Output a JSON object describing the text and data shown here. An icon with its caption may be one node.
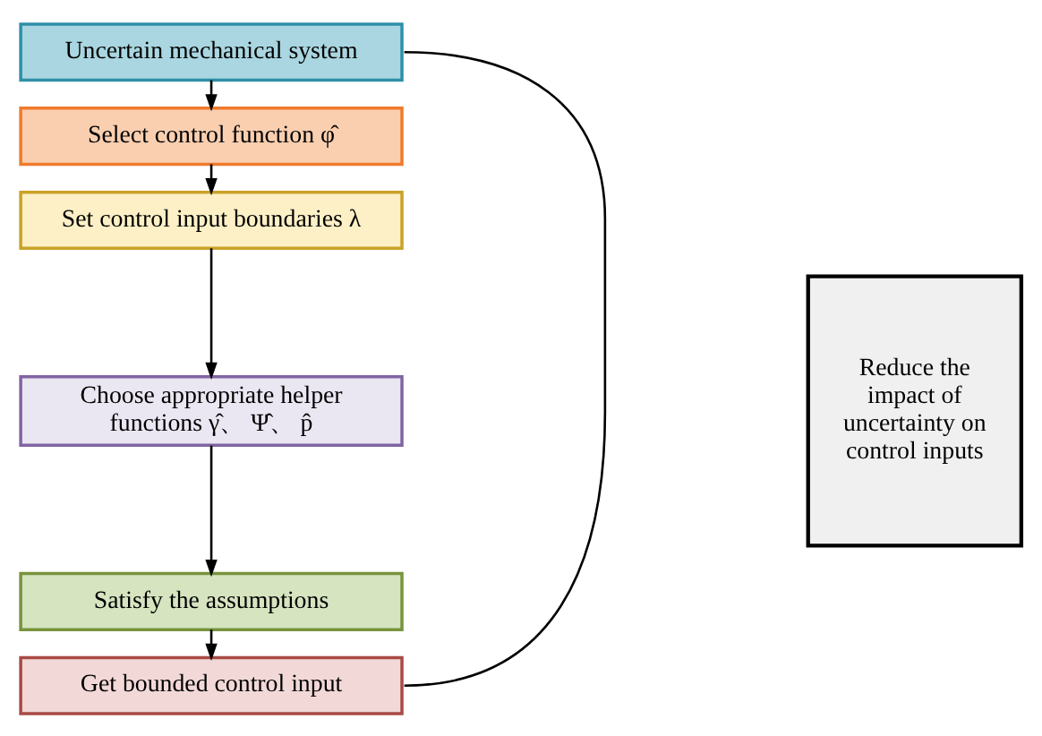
{
  "diagram": {
    "nodes": [
      {
        "text": [
          "Uncertain mechanical system"
        ]
      },
      {
        "text": [
          "Select control function φ̂"
        ]
      },
      {
        "text": [
          "Set control input boundaries λ"
        ]
      },
      {
        "text": [
          "Choose appropriate helper functions γ̂、 Ψ̂、 p̂"
        ]
      },
      {
        "text": [
          "Satisfy the assumptions"
        ]
      },
      {
        "text": [
          "Get bounded control input"
        ]
      },
      {
        "text": [
          "Reduce the impact of uncertainty on control inputs"
        ]
      }
    ],
    "edges": [
      {
        "from": 0,
        "to": 1,
        "arrow": "to"
      },
      {
        "from": 1,
        "to": 2,
        "arrow": "to"
      },
      {
        "from": 2,
        "to": 3,
        "arrow": "to"
      },
      {
        "from": 3,
        "to": 4,
        "arrow": "to"
      },
      {
        "from": 4,
        "to": 5,
        "arrow": "to"
      },
      {
        "from": 0,
        "to": 5,
        "arrow": "none"
      }
    ]
  }
}
